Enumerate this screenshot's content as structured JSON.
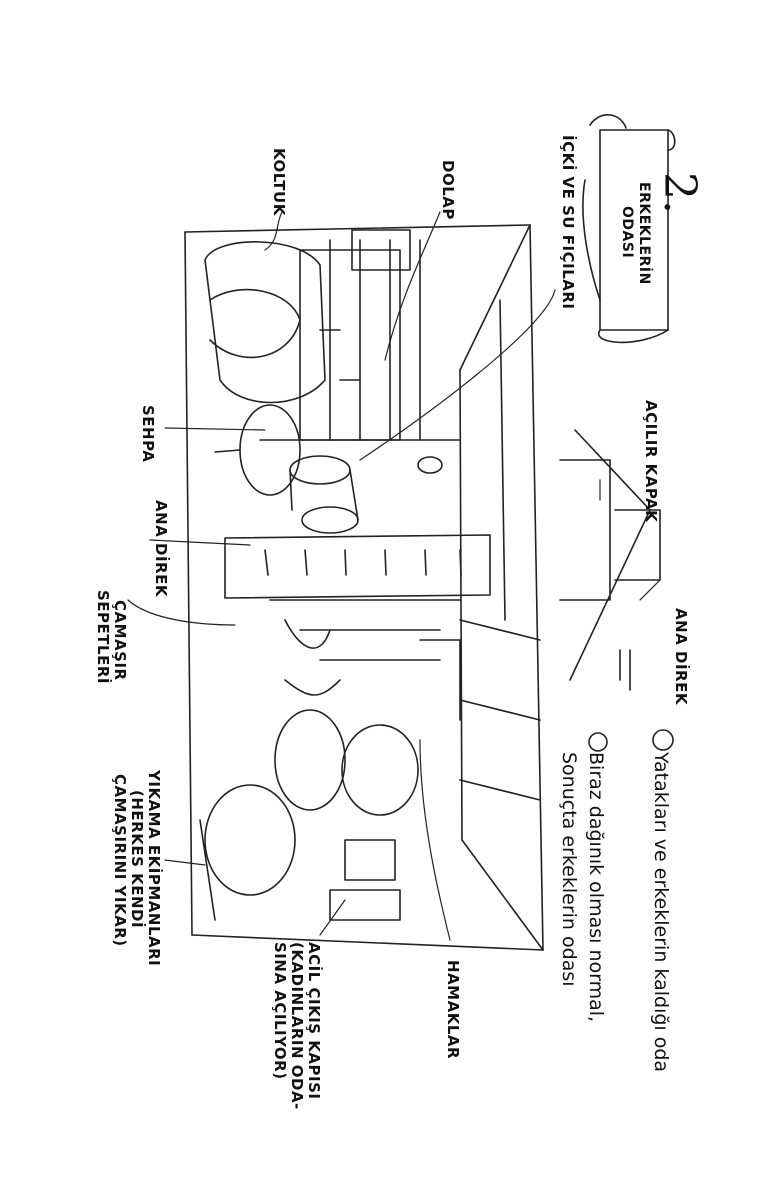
{
  "page_number": "2.",
  "scroll_title": [
    "ERKEKLERİN",
    "ODASI"
  ],
  "notes": {
    "line1": "Yatakları ve erkeklerin kaldığı oda",
    "line2": "Biraz dağınık olması normal,",
    "line3": "Sonuçta erkeklerin odası"
  },
  "labels": {
    "koltuk": "KOLTUK",
    "dolap": "DOLAP",
    "icki": "İÇKİ VE SU FIÇILARI",
    "sehpa": "SEHPA",
    "ana_direk_inner": "ANA DİREK",
    "camasir": [
      "ÇAMAŞIR",
      "SEPETLERİ"
    ],
    "yikama": [
      "YIKAMA EKİPMANLARI",
      "(HERKES KENDİ",
      "ÇAMAŞIRINI YIKAR)"
    ],
    "acil": [
      "ACİL ÇIKIŞ KAPISI",
      "(KADINLARIN ODA-",
      "SINA AÇILIYOR)"
    ],
    "hamaklar": "HAMAKLAR",
    "acilir_kapak": "AÇILIR KAPAK",
    "ana_direk_outer": "ANA DİREK"
  }
}
